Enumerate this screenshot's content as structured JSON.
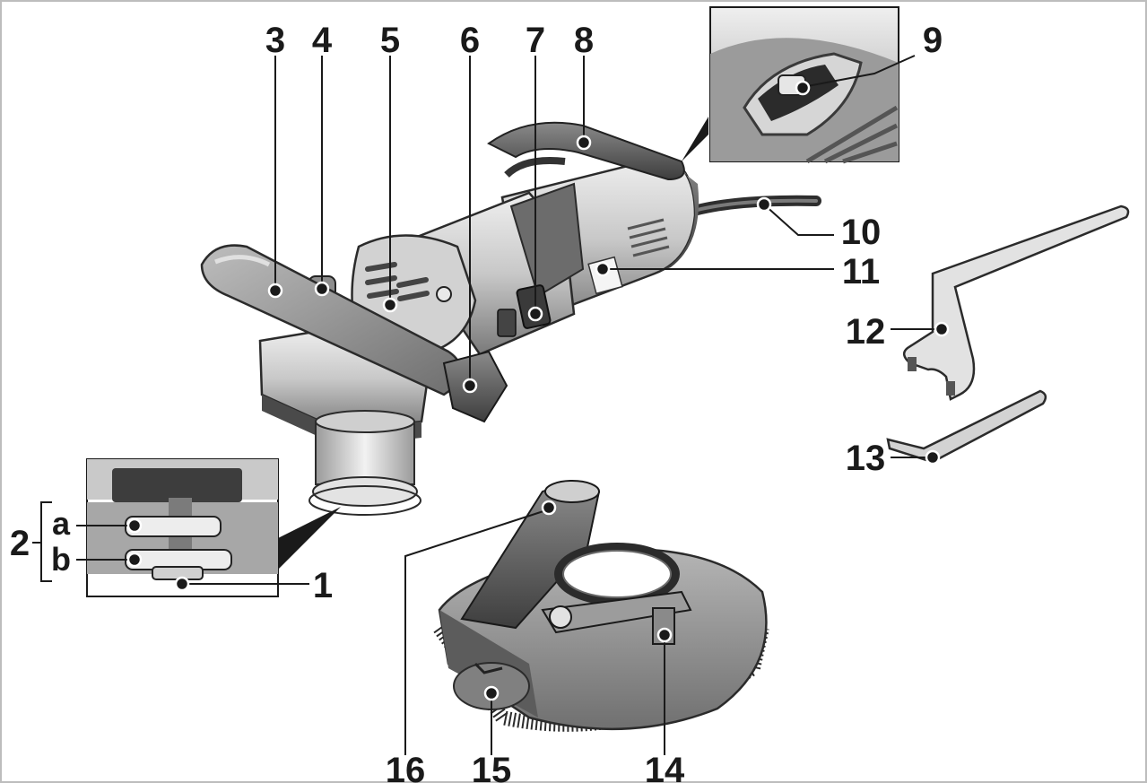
{
  "callouts": {
    "c1": "1",
    "c2": "2",
    "c2a": "a",
    "c2b": "b",
    "c3": "3",
    "c4": "4",
    "c5": "5",
    "c6": "6",
    "c7": "7",
    "c8": "8",
    "c9": "9",
    "c10": "10",
    "c11": "11",
    "c12": "12",
    "c13": "13",
    "c14": "14",
    "c15": "15",
    "c16": "16"
  },
  "colors": {
    "ink": "#1a1a1a",
    "body_light": "#e4e4e4",
    "body_mid": "#a9a9a9",
    "body_dark": "#5a5a5a",
    "handle": "#8c8c8c"
  }
}
